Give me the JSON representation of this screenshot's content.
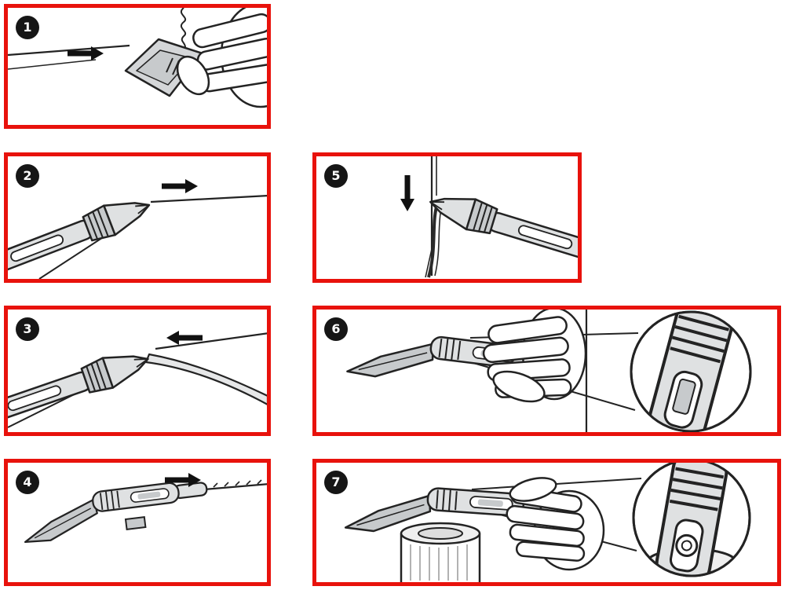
{
  "colors": {
    "panel_border": "#e8120c",
    "badge_background": "#161616",
    "badge_number": "#ffffff",
    "line_art": "#232323",
    "tool_fill_light": "#dfe1e2",
    "tool_fill_mid": "#c7cacc",
    "background": "#ffffff"
  },
  "panels": [
    {
      "number": "1",
      "arrow": "arrow-right-icon",
      "illustration": "hand-smoothing-pad-pulled-along-sealant-seam"
    },
    {
      "number": "2",
      "arrow": "arrow-right-icon",
      "illustration": "caulk-tool-pushed-along-joint"
    },
    {
      "number": "3",
      "arrow": "arrow-left-icon",
      "illustration": "caulk-tool-scraping-bead-from-corner"
    },
    {
      "number": "4",
      "arrow": "arrow-right-icon",
      "illustration": "scraper-blade-removing-sealant-along-seam"
    },
    {
      "number": "5",
      "arrow": "arrow-down-icon",
      "illustration": "tool-peeling-sealant-down-vertical-corner"
    },
    {
      "number": "6",
      "arrow": null,
      "illustration": "hand-holding-tool-with-blade-slot-detail-magnified"
    },
    {
      "number": "7",
      "arrow": null,
      "illustration": "tool-resting-on-cartridge-with-nozzle-detail-magnified"
    }
  ]
}
